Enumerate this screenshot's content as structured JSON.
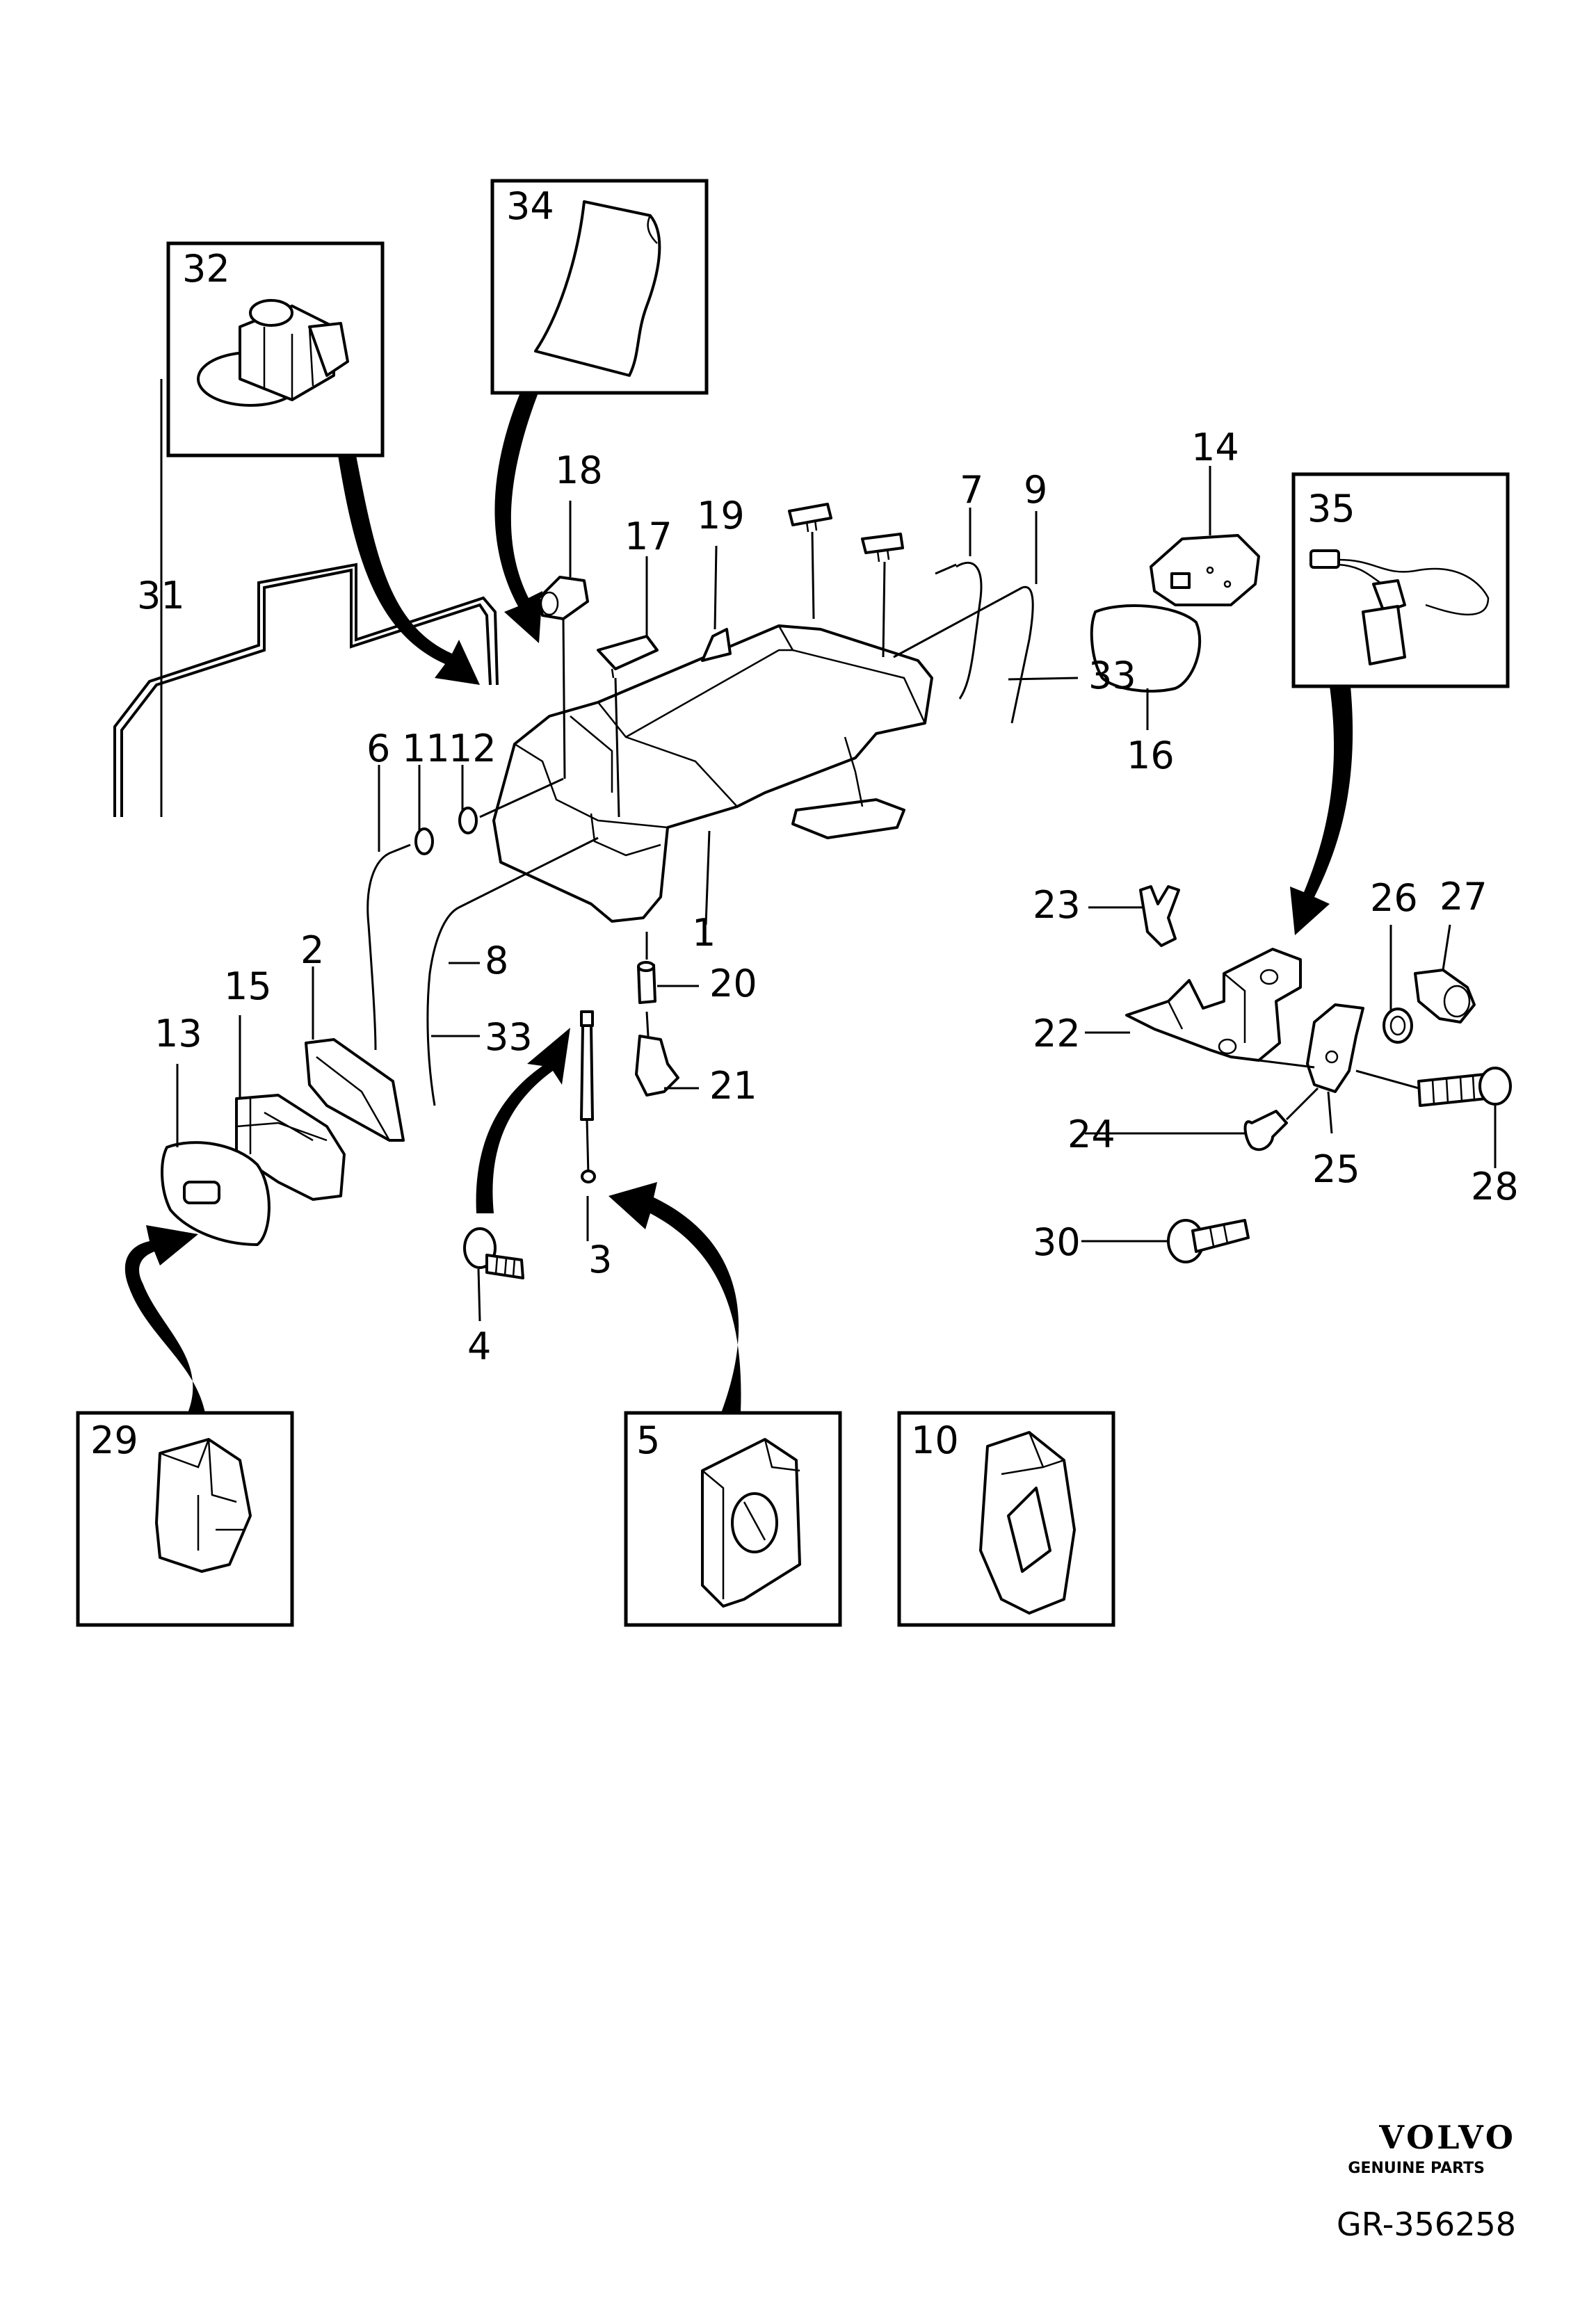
{
  "callouts": [
    "1",
    "2",
    "3",
    "4",
    "5",
    "6",
    "7",
    "8",
    "9",
    "10",
    "11",
    "12",
    "13",
    "14",
    "15",
    "16",
    "17",
    "18",
    "19",
    "20",
    "21",
    "22",
    "23",
    "24",
    "25",
    "26",
    "27",
    "28",
    "29",
    "30",
    "31",
    "32",
    "33",
    "33",
    "34",
    "35"
  ],
  "inset_boxes": [
    "32",
    "34",
    "35",
    "29",
    "5",
    "10"
  ],
  "brand": {
    "name": "VOLVO",
    "tagline": "GENUINE PARTS"
  },
  "drawing_code": "GR-356258"
}
